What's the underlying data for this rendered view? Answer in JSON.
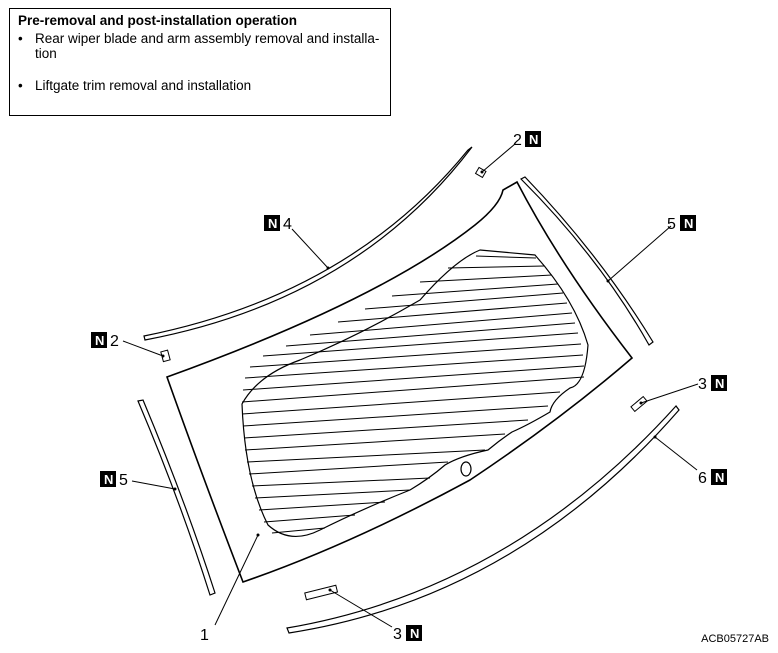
{
  "note": {
    "title": "Pre-removal and post-installation operation",
    "items": [
      "Rear wiper blade and arm assembly removal and installa-\ntion",
      "Liftgate trim removal and installation"
    ],
    "bullet": "•"
  },
  "callouts": {
    "glass": "1",
    "clip_top": "2",
    "clip_left": "2",
    "spacer_right": "3",
    "spacer_bottom": "3",
    "molding_top": "4",
    "molding_right": "5",
    "molding_left": "5",
    "molding_bottom": "6"
  },
  "new_part_mark": "N",
  "figure_code": "ACB05727AB"
}
